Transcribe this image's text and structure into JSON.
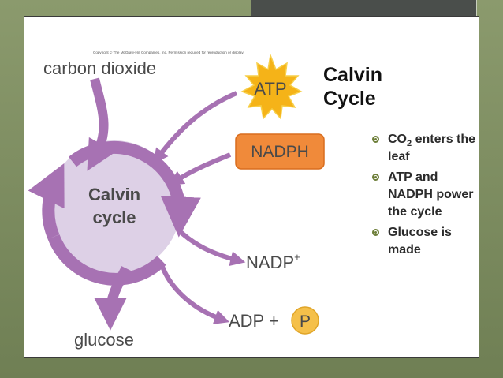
{
  "diagram": {
    "copyright": "Copyright © The McGraw-Hill Companies, Inc. Permission required for reproduction or display.",
    "carbon_dioxide": "carbon dioxide",
    "cycle_line1": "Calvin",
    "cycle_line2": "cycle",
    "atp": "ATP",
    "nadph": "NADPH",
    "nadp_plus": "NADP",
    "nadp_plus_sup": "+",
    "adp": "ADP +",
    "phosphate": "P",
    "glucose": "glucose"
  },
  "heading": {
    "line1": "Calvin",
    "line2": "Cycle"
  },
  "bullets": [
    {
      "pre": "CO",
      "sub": "2",
      "post": " enters the leaf"
    },
    {
      "pre": "ATP and NADPH power the cycle",
      "sub": "",
      "post": ""
    },
    {
      "pre": "Glucose is made",
      "sub": "",
      "post": ""
    }
  ],
  "colors": {
    "arrow": "#a772b3",
    "cycle_fill": "#ddd0e6",
    "atp_star": "#f5b318",
    "nadph_box": "#f08a3a",
    "phosphate_circle": "#f5c04a",
    "bullet_accent": "#6e7f3a"
  }
}
